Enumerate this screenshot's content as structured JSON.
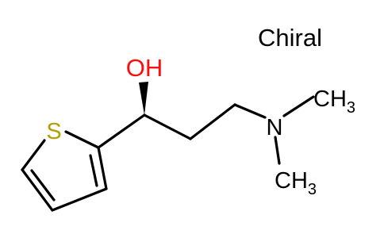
{
  "annotation": {
    "chiral_label": "Chiral"
  },
  "atoms": {
    "hydroxyl": {
      "label": "OH",
      "color": "#ff0d0d"
    },
    "sulfur": {
      "label": "S",
      "color": "#b3a000"
    },
    "nitrogen": {
      "label": "N",
      "color": "#000000"
    },
    "methyl_top": {
      "label": "CH",
      "subscript": "3"
    },
    "methyl_bottom": {
      "label": "CH",
      "subscript": "3"
    }
  },
  "colors": {
    "bond": "#000000",
    "background": "#ffffff"
  }
}
